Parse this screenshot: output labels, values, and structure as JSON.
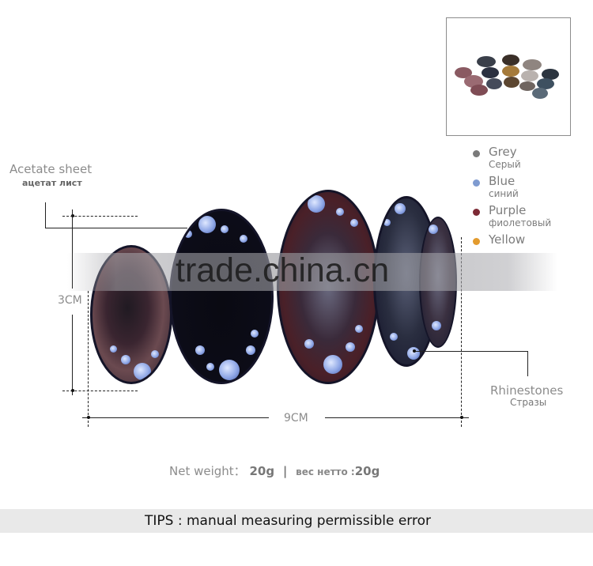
{
  "thumbnail": {
    "alt": "hair clip color variants"
  },
  "legend": {
    "items": [
      {
        "en": "Grey",
        "ru": "Серый",
        "color": "#7a7a7a"
      },
      {
        "en": "Blue",
        "ru": "синий",
        "color": "#7f9bd0"
      },
      {
        "en": "Purple",
        "ru": "фиолетовый",
        "color": "#7d2a35"
      },
      {
        "en": "Yellow",
        "ru": "",
        "color": "#e39b2e"
      }
    ]
  },
  "labels": {
    "acetate_en": "Acetate sheet",
    "acetate_ru": "ацетат лист",
    "rhinestones_en": "Rhinestones",
    "rhinestones_ru": "Стразы"
  },
  "dimensions": {
    "height": "3CM",
    "width": "9CM"
  },
  "watermark": "trade.china.cn",
  "weight": {
    "label_en": "Net weight：",
    "value_en": "20g",
    "separator": "|",
    "label_ru": "вес нетто :",
    "value_ru": "20g"
  },
  "tips": "TIPS : manual measuring permissible error"
}
